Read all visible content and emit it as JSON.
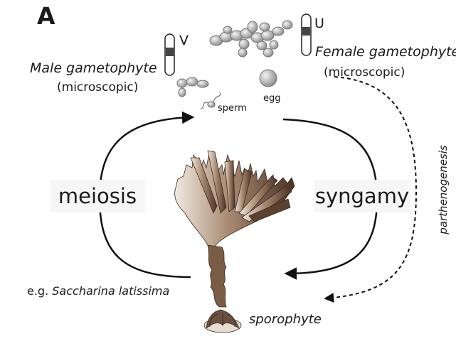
{
  "panel_label": "A",
  "male": {
    "title": "Male gametophyte",
    "subtitle": "(microscopic)",
    "chromosome": "V"
  },
  "female": {
    "title": "Female gametophyte",
    "subtitle": "(microscopic)",
    "chromosome": "U"
  },
  "gametes": {
    "sperm": "sperm",
    "egg": "egg"
  },
  "processes": {
    "meiosis": "meiosis",
    "syngamy": "syngamy",
    "parthenogenesis": "parthenogenesis"
  },
  "example": {
    "prefix": "e.g.",
    "species": "Saccharina latissima"
  },
  "sporophyte_label": "sporophyte",
  "colors": {
    "kelp_dark": "#5a4030",
    "kelp_light": "#efe6dc",
    "cell_gray": "#9a9a9a",
    "arrow": "#111111"
  }
}
